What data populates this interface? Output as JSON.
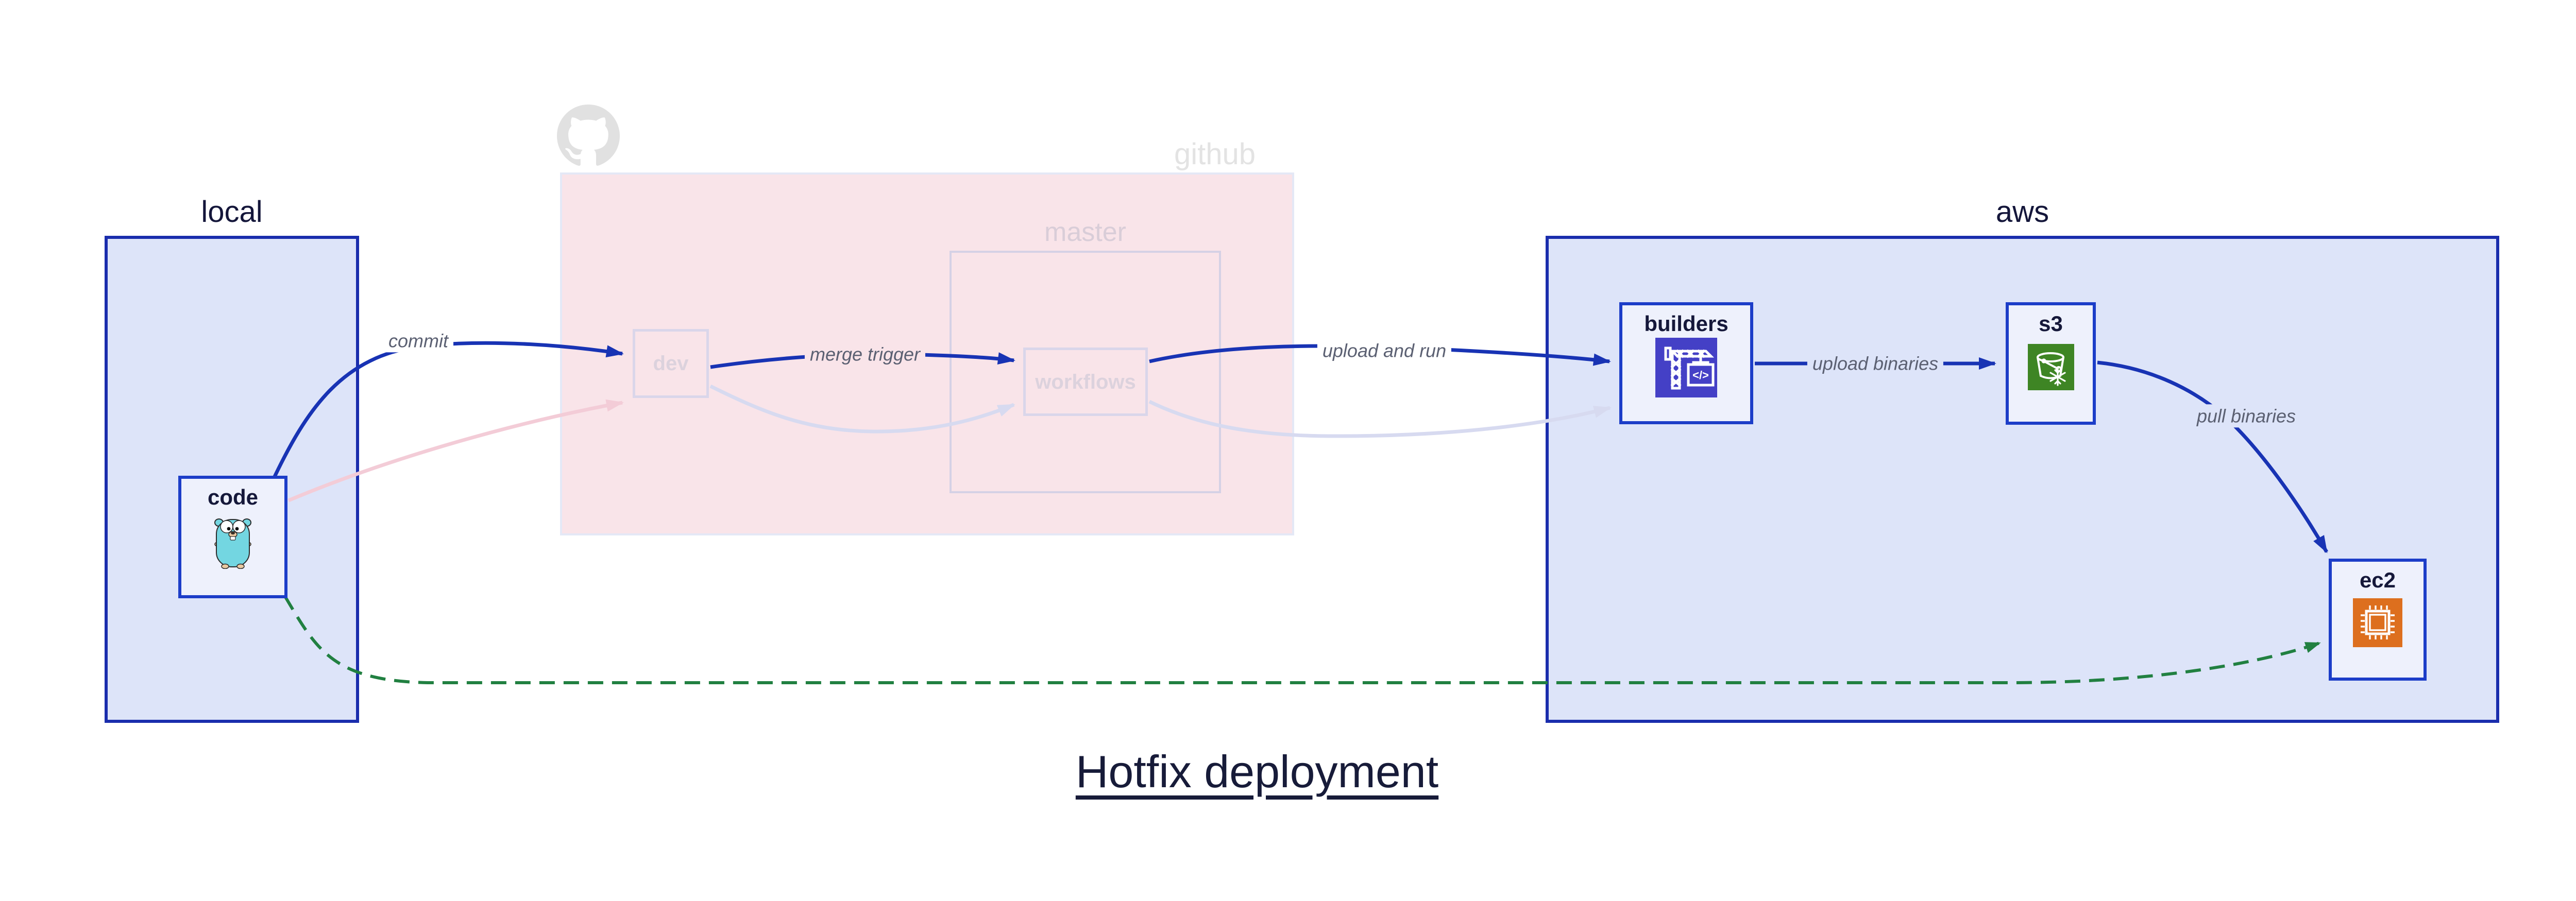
{
  "title": {
    "text": "Hotfix deployment"
  },
  "containers": {
    "local": {
      "label": "local"
    },
    "github": {
      "label": "github",
      "logo": "octocat-icon"
    },
    "master": {
      "label": "master"
    },
    "aws": {
      "label": "aws"
    }
  },
  "nodes": {
    "code": {
      "label": "code",
      "icon": "go-gopher-icon"
    },
    "dev": {
      "label": "dev"
    },
    "workflows": {
      "label": "workflows"
    },
    "builders": {
      "label": "builders",
      "icon": "aws-codebuild-icon"
    },
    "s3": {
      "label": "s3",
      "icon": "aws-s3-glacier-bucket-icon"
    },
    "ec2": {
      "label": "ec2",
      "icon": "aws-ec2-chip-icon"
    }
  },
  "edges": {
    "commit": {
      "label": "commit"
    },
    "merge_trigger": {
      "label": "merge trigger"
    },
    "upload_and_run": {
      "label": "upload and run"
    },
    "upload_binaries": {
      "label": "upload binaries"
    },
    "pull_binaries": {
      "label": "pull binaries"
    },
    "hotfix_path": {
      "label": ""
    }
  },
  "icons": {
    "codebuild_code_glyph": "</>"
  },
  "colors": {
    "edge_blue": "#1833b4",
    "container_border_blue": "#1a2dad",
    "node_border_blue": "#1c3dc8",
    "container_fill": "#dde4f9",
    "node_fill": "#eef1fc",
    "github_fill": "#f9e4e9",
    "faded_pink_edge": "#f3ccd7",
    "faded_lavender_edge": "#d7daf0",
    "hotfix_green": "#218041",
    "codebuild_purple": "#4440c6",
    "s3_green": "#3e8524",
    "ec2_orange": "#dd6f1e",
    "gopher_teal": "#73d6e1",
    "label_gray": "#5b6072",
    "title_navy": "#171b39"
  }
}
